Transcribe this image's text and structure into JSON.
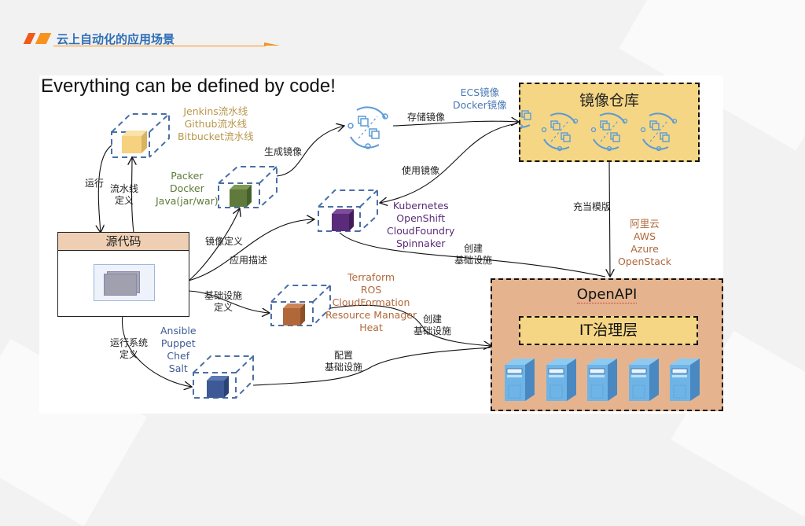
{
  "header": {
    "title": "云上自动化的应用场景"
  },
  "main_title": "Everything can be defined by code!",
  "source_code": {
    "title": "源代码"
  },
  "pipeline": {
    "tools": [
      "Jenkins流水线",
      "Github流水线",
      "Bitbucket流水线"
    ]
  },
  "image_build": {
    "tools": [
      "Packer",
      "Docker",
      "Java(jar/war)"
    ]
  },
  "orchestration": {
    "tools": [
      "Kubernetes",
      "OpenShift",
      "CloudFoundry",
      "Spinnaker"
    ]
  },
  "infra": {
    "tools": [
      "Terraform",
      "ROS",
      "CloudFormation",
      "Resource Manager",
      "Heat"
    ]
  },
  "config_mgmt": {
    "tools": [
      "Ansible",
      "Puppet",
      "Chef",
      "Salt"
    ]
  },
  "image_types": [
    "ECS镜像",
    "Docker镜像"
  ],
  "image_repo": {
    "title": "镜像仓库"
  },
  "clouds": [
    "阿里云",
    "AWS",
    "Azure",
    "OpenStack"
  ],
  "openapi": {
    "title": "OpenAPI",
    "governance": "IT治理层",
    "server_count": 5
  },
  "edge_labels": {
    "run": "运行",
    "pipeline_def": [
      "流水线",
      "定义"
    ],
    "gen_image": "生成镜像",
    "store_image": "存储镜像",
    "use_image": "使用镜像",
    "image_def": "镜像定义",
    "app_desc": "应用描述",
    "infra_def": [
      "基础设施",
      "定义"
    ],
    "create_infra_1": [
      "创建",
      "基础设施"
    ],
    "create_infra_2": [
      "创建",
      "基础设施"
    ],
    "as_template": "充当模版",
    "runtime_def": [
      "运行系统",
      "定义"
    ],
    "config_infra": [
      "配置",
      "基础设施"
    ]
  },
  "colors": {
    "accent_orange": "#f7931e",
    "title_blue": "#2f6fb6",
    "dash_blue": "#4a6fa5",
    "pipeline_text": "#b8964a",
    "build_text": "#5f7a3a",
    "orch_text": "#5b2a7a",
    "infra_text": "#b0683a",
    "config_text": "#3d5a96",
    "repo_fill": "#f5d685",
    "openapi_fill": "#e5b48e",
    "source_header": "#efcfb4"
  }
}
